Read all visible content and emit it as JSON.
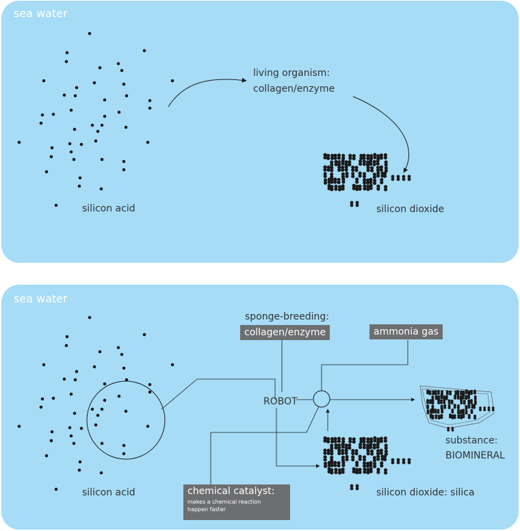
{
  "top": {
    "title": "sea water",
    "organism_label_1": "living organism:",
    "organism_label_2": "collagen/enzyme",
    "acid_label": "silicon acid",
    "dioxide_label": "silicon dioxide"
  },
  "bottom": {
    "title": "sea water",
    "breeding_label": "sponge-breeding:",
    "collagen_box": "collagen/enzyme",
    "ammonia_box": "ammonia gas",
    "robot_label": "ROBOT",
    "substance_label_1": "substance:",
    "substance_label_2": "BIOMINERAL",
    "acid_label": "silicon acid",
    "dioxide_label": "silicon dioxide: silica",
    "catalyst_title": "chemical catalyst:",
    "catalyst_desc_1": "makes a chemical reaction",
    "catalyst_desc_2": "happen faster"
  },
  "colors": {
    "panel": "#a6dcf6",
    "dot": "#1a1a1a",
    "box": "#6d6e70",
    "title": "#ffffff",
    "text": "#333333"
  }
}
